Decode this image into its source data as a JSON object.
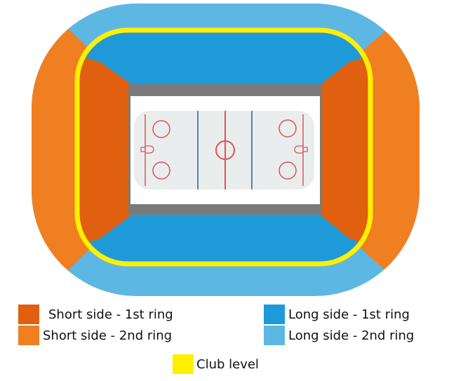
{
  "colors": {
    "short_side_1st_ring": "#E0600F",
    "short_side_2nd_ring": "#F07F22",
    "long_side_1st_ring": "#1E9AD8",
    "long_side_2nd_ring": "#5CB7E3",
    "club_level": "#FFF000",
    "boards": "#7A7A7A",
    "ice": "#E9EDEE",
    "red_line": "#E2534F",
    "blue_line": "#5D7FB8"
  },
  "legend": {
    "short_side_1st": "Short side - 1st ring",
    "short_side_2nd": "Short side - 2nd ring",
    "long_side_1st": "Long side - 1st ring",
    "long_side_2nd": "Long side - 2nd ring",
    "club_level": "Club level"
  }
}
